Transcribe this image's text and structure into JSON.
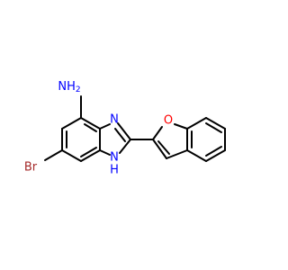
{
  "molecule": {
    "atoms": {
      "amine": {
        "label": "NH",
        "subscript": "2",
        "color": "#0000ff"
      },
      "imine_n": {
        "label": "N",
        "color": "#0000ff"
      },
      "nh": {
        "label": "N",
        "h_label": "H",
        "color": "#0000ff"
      },
      "bromine": {
        "label": "Br",
        "color": "#a52a2a"
      },
      "oxygen": {
        "label": "O",
        "color": "#ff0000"
      }
    }
  }
}
